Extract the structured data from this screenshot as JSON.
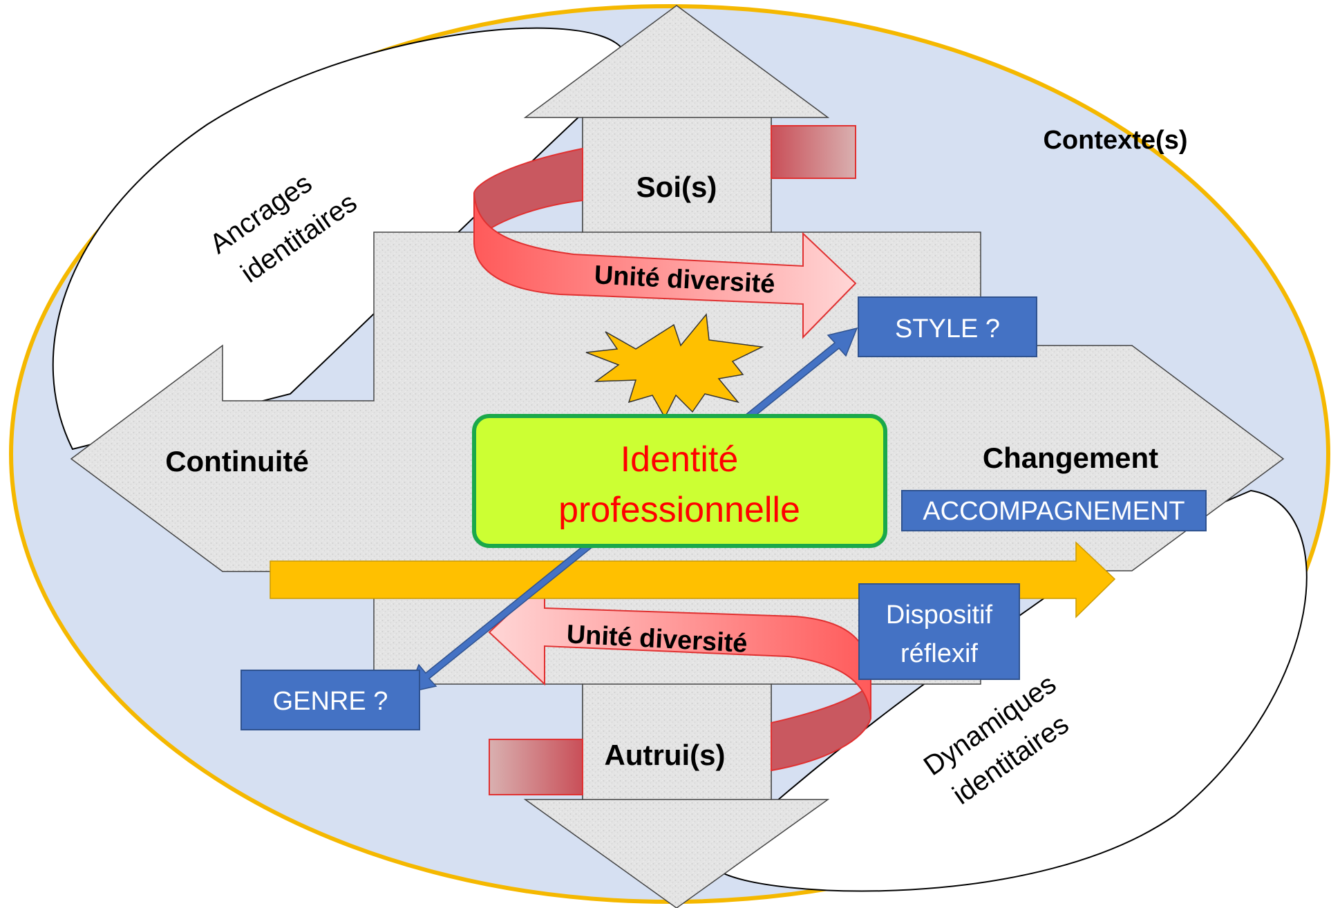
{
  "colors": {
    "ellipse_fill": "#d6e0f2",
    "ellipse_stroke": "#f5b800",
    "arrow_gray": "#e3e3e3",
    "blue_box": "#4472c4",
    "red_band": "#f46c6c",
    "orange_arrow": "#ffc000",
    "center_fill": "#ccff33",
    "center_stroke": "#1aa84a",
    "center_text": "#ff0000",
    "burst": "#ffc000"
  },
  "labels": {
    "contexte": "Contexte(s)",
    "ancrages_line1": "Ancrages",
    "ancrages_line2": "identitaires",
    "dynamiques_line1": "Dynamiques",
    "dynamiques_line2": "identitaires",
    "soi": "Soi(s)",
    "autrui": "Autrui(s)",
    "continuite": "Continuité",
    "changement": "Changement",
    "unite_top": "Unité diversité",
    "unite_bottom": "Unité diversité",
    "center_line1": "Identité",
    "center_line2": "professionnelle",
    "style_box": "STYLE ?",
    "genre_box": "GENRE ?",
    "accompagnement_box": "ACCOMPAGNEMENT",
    "dispositif_line1": "Dispositif",
    "dispositif_line2": "réflexif"
  }
}
